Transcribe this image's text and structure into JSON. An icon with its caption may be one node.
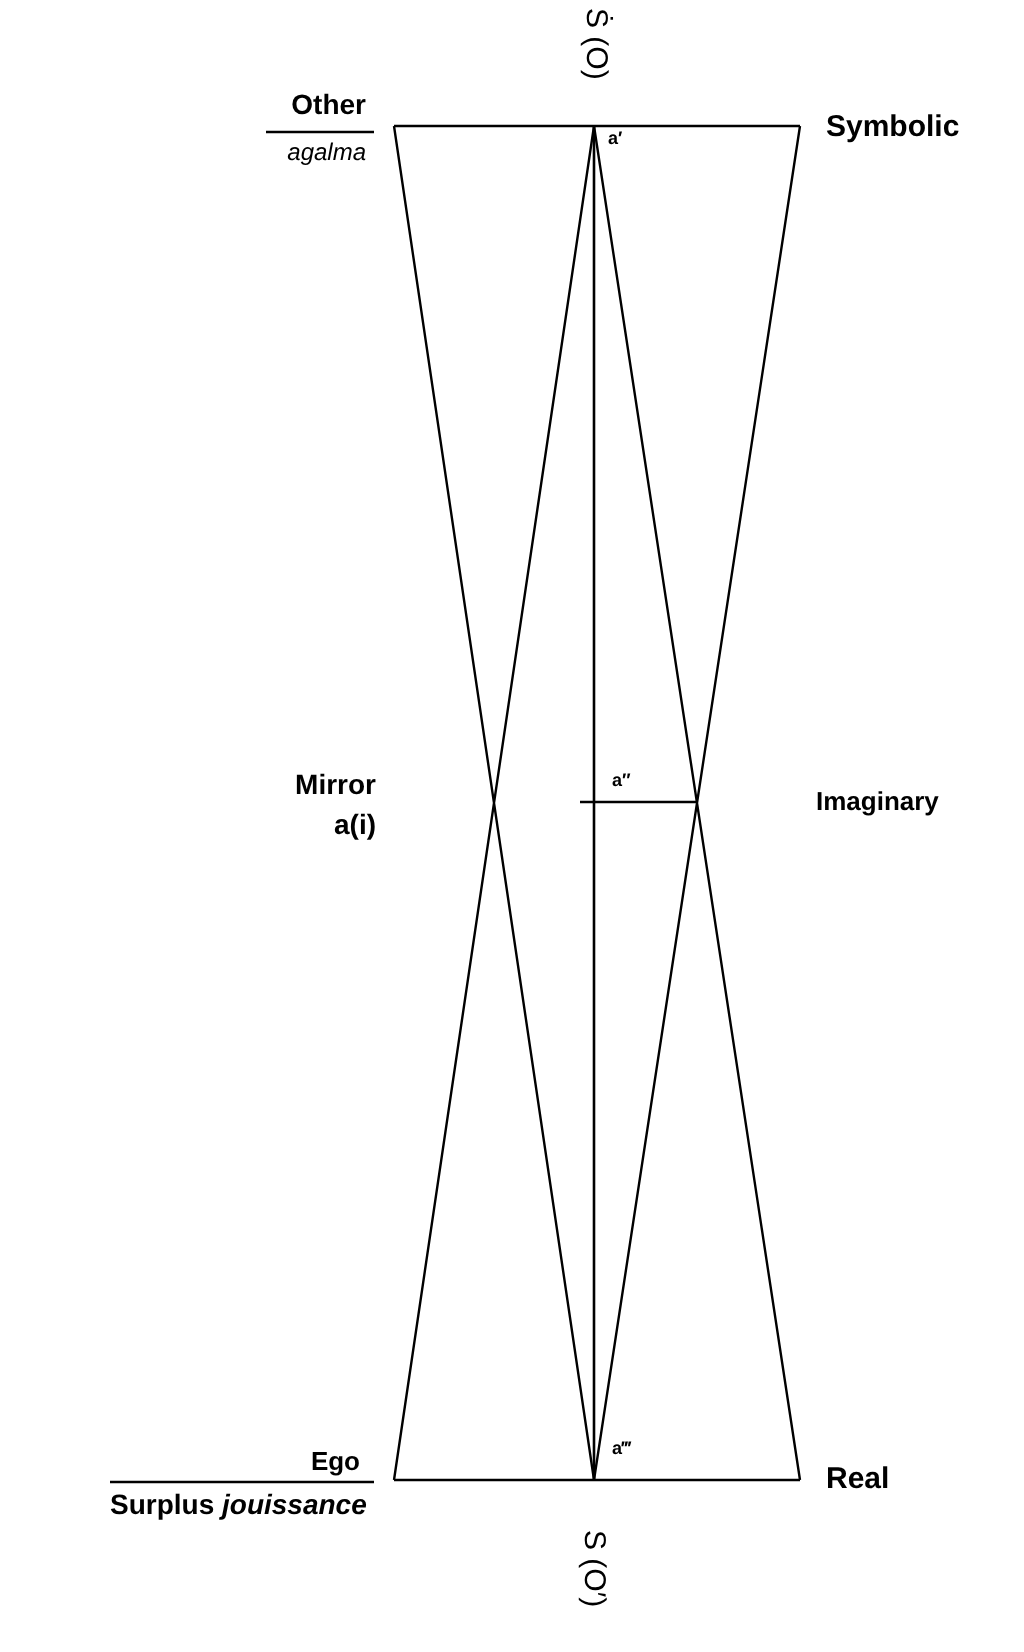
{
  "diagram": {
    "labels": [
      "Ṡ (O)",
      "Other",
      "agalma",
      "a′",
      "Symbolic",
      "Mirror",
      "a(i)",
      "a″",
      "Imaginary",
      "Ego",
      "a‴",
      "Surplus *jouissance*",
      "Real",
      "S (O′)"
    ]
  }
}
